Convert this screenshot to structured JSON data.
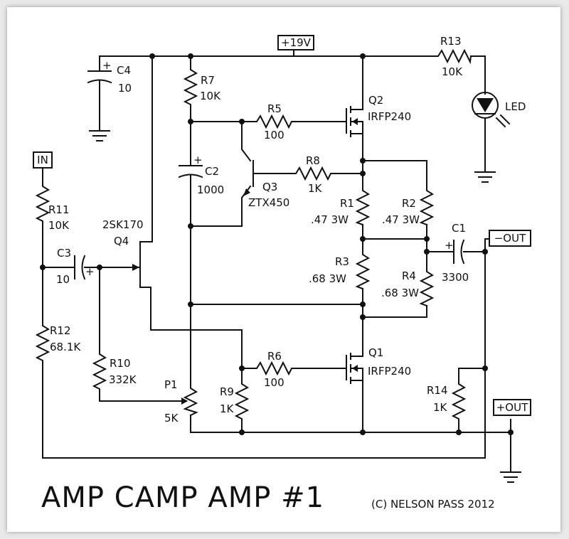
{
  "title": "AMP CAMP AMP #1",
  "copyright": "(C) NELSON PASS 2012",
  "terminals": {
    "supply": "+19V",
    "input": "IN",
    "neg_out": "−OUT",
    "pos_out": "+OUT"
  },
  "components": {
    "C4": {
      "ref": "C4",
      "value": "10",
      "polarity": "+"
    },
    "R7": {
      "ref": "R7",
      "value": "10K"
    },
    "R5": {
      "ref": "R5",
      "value": "100"
    },
    "Q2": {
      "ref": "Q2",
      "part": "IRFP240"
    },
    "R13": {
      "ref": "R13",
      "value": "10K"
    },
    "LED": {
      "ref": "LED"
    },
    "C2": {
      "ref": "C2",
      "value": "1000",
      "polarity": "+"
    },
    "Q3": {
      "ref": "Q3",
      "part": "ZTX450"
    },
    "R8": {
      "ref": "R8",
      "value": "1K"
    },
    "R1": {
      "ref": "R1",
      "value": ".47 3W"
    },
    "R2": {
      "ref": "R2",
      "value": ".47 3W"
    },
    "C1": {
      "ref": "C1",
      "value": "3300",
      "polarity": "+"
    },
    "R11": {
      "ref": "R11",
      "value": "10K"
    },
    "Q4": {
      "ref": "Q4",
      "part": "2SK170"
    },
    "C3": {
      "ref": "C3",
      "value": "10",
      "polarity": "+"
    },
    "R3": {
      "ref": "R3",
      "value": ".68 3W"
    },
    "R4": {
      "ref": "R4",
      "value": ".68 3W"
    },
    "R12": {
      "ref": "R12",
      "value": "68.1K"
    },
    "R10": {
      "ref": "R10",
      "value": "332K"
    },
    "R6": {
      "ref": "R6",
      "value": "100"
    },
    "Q1": {
      "ref": "Q1",
      "part": "IRFP240"
    },
    "P1": {
      "ref": "P1",
      "value": "5K"
    },
    "R9": {
      "ref": "R9",
      "value": "1K"
    },
    "R14": {
      "ref": "R14",
      "value": "1K"
    }
  }
}
